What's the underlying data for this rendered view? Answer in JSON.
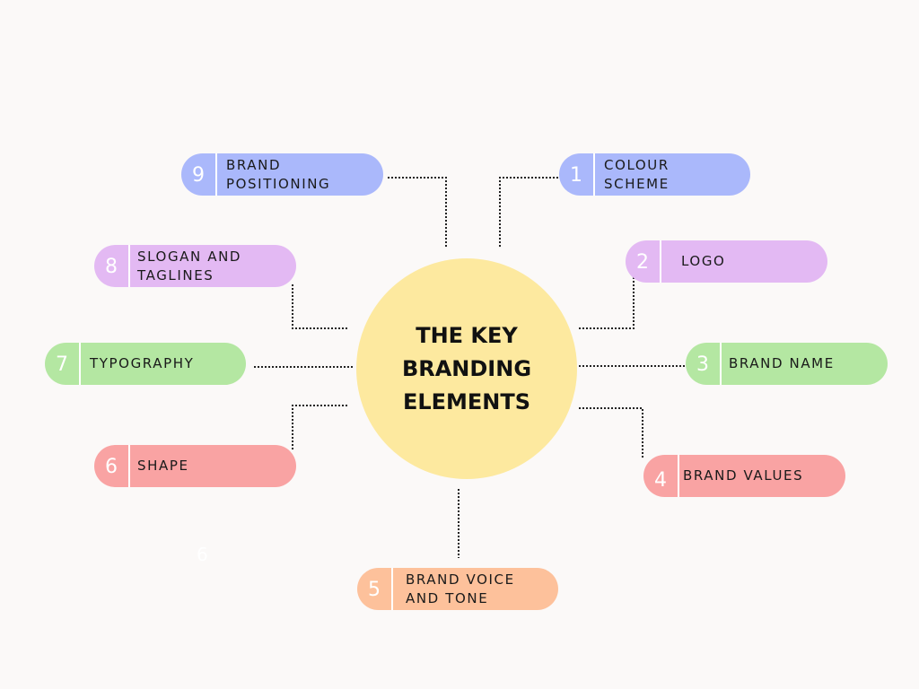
{
  "hub": {
    "title": "THE KEY\nBRANDING\nELEMENTS"
  },
  "elements": [
    {
      "number": "1",
      "label": "COLOUR\nSCHEME"
    },
    {
      "number": "2",
      "label": "LOGO"
    },
    {
      "number": "3",
      "label": "BRAND NAME"
    },
    {
      "number": "4",
      "label": "BRAND VALUES"
    },
    {
      "number": "5",
      "label": "BRAND VOICE\nAND TONE"
    },
    {
      "number": "6",
      "label": "SHAPE"
    },
    {
      "number": "7",
      "label": "TYPOGRAPHY"
    },
    {
      "number": "8",
      "label": "SLOGAN AND\nTAGLINES"
    },
    {
      "number": "9",
      "label": "BRAND\nPOSITIONING"
    }
  ],
  "stray_number": "6",
  "colors": {
    "background": "#fbf9f8",
    "hub": "#fde99f",
    "blue": "#aab8fb",
    "purple": "#e3b9f3",
    "green": "#b4e7a2",
    "red": "#f9a3a3",
    "orange": "#fdc19b"
  }
}
